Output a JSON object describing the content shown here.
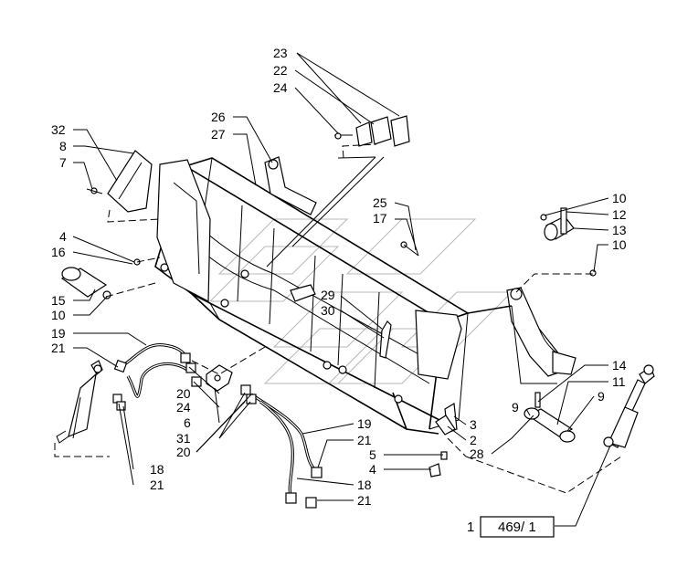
{
  "callouts": {
    "c23": "23",
    "c22": "22",
    "c24a": "24",
    "c26": "26",
    "c27": "27",
    "c32": "32",
    "c8": "8",
    "c7": "7",
    "c4a": "4",
    "c16": "16",
    "c15": "15",
    "c10a": "10",
    "c19a": "19",
    "c21a": "21",
    "c20a": "20",
    "c24b": "24",
    "c6": "6",
    "c31": "31",
    "c20b": "20",
    "c18a": "18",
    "c21b": "21",
    "c25": "25",
    "c17": "17",
    "c29": "29",
    "c30": "30",
    "c10b": "10",
    "c12": "12",
    "c13": "13",
    "c10c": "10",
    "c14": "14",
    "c11": "11",
    "c9a": "9",
    "c9b": "9",
    "c3": "3",
    "c2": "2",
    "c28": "28",
    "c19b": "19",
    "c21c": "21",
    "c5": "5",
    "c4b": "4",
    "c18b": "18",
    "c21d": "21",
    "c1": "1"
  },
  "reference": {
    "label": "469/ 1"
  },
  "icons": [
    "bucket-assembly",
    "hydraulic-cylinder",
    "pin",
    "hose",
    "cutting-edge-segment",
    "side-plate"
  ]
}
